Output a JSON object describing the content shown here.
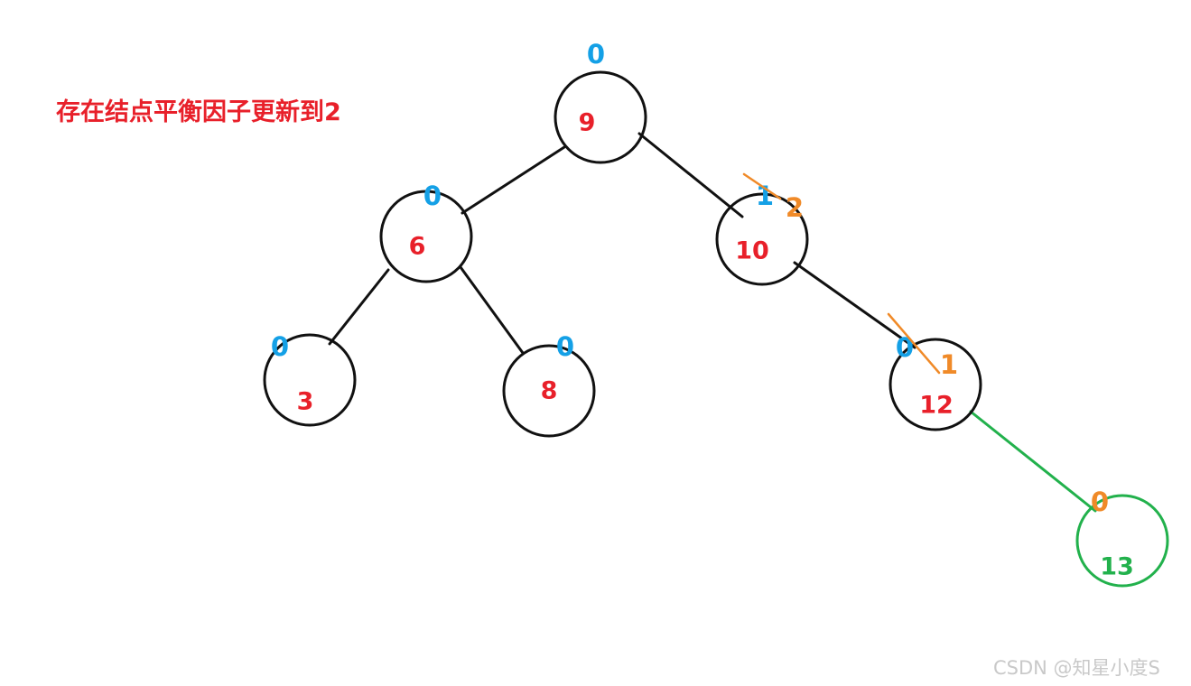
{
  "title": "存在结点平衡因子更新到2",
  "watermark": "CSDN @知星小度S",
  "colors": {
    "node_stroke": "#111111",
    "node_label": "#e8202a",
    "old_factor": "#14a0e6",
    "updated_factor": "#f08a28",
    "new_branch": "#22b14c"
  },
  "nodes": [
    {
      "id": "n9",
      "label": "9",
      "factor": "0"
    },
    {
      "id": "n6",
      "label": "6",
      "factor": "0"
    },
    {
      "id": "n10",
      "label": "10",
      "factor": "1",
      "new_factor": "2"
    },
    {
      "id": "n3",
      "label": "3",
      "factor": "0"
    },
    {
      "id": "n8",
      "label": "8",
      "factor": "0"
    },
    {
      "id": "n12",
      "label": "12",
      "factor": "0",
      "new_factor": "1"
    },
    {
      "id": "n13",
      "label": "13",
      "new_factor": "0",
      "inserted": true
    }
  ],
  "edges": [
    {
      "from": "n9",
      "to": "n6"
    },
    {
      "from": "n9",
      "to": "n10"
    },
    {
      "from": "n6",
      "to": "n3"
    },
    {
      "from": "n6",
      "to": "n8"
    },
    {
      "from": "n10",
      "to": "n12"
    },
    {
      "from": "n12",
      "to": "n13",
      "inserted": true
    }
  ]
}
